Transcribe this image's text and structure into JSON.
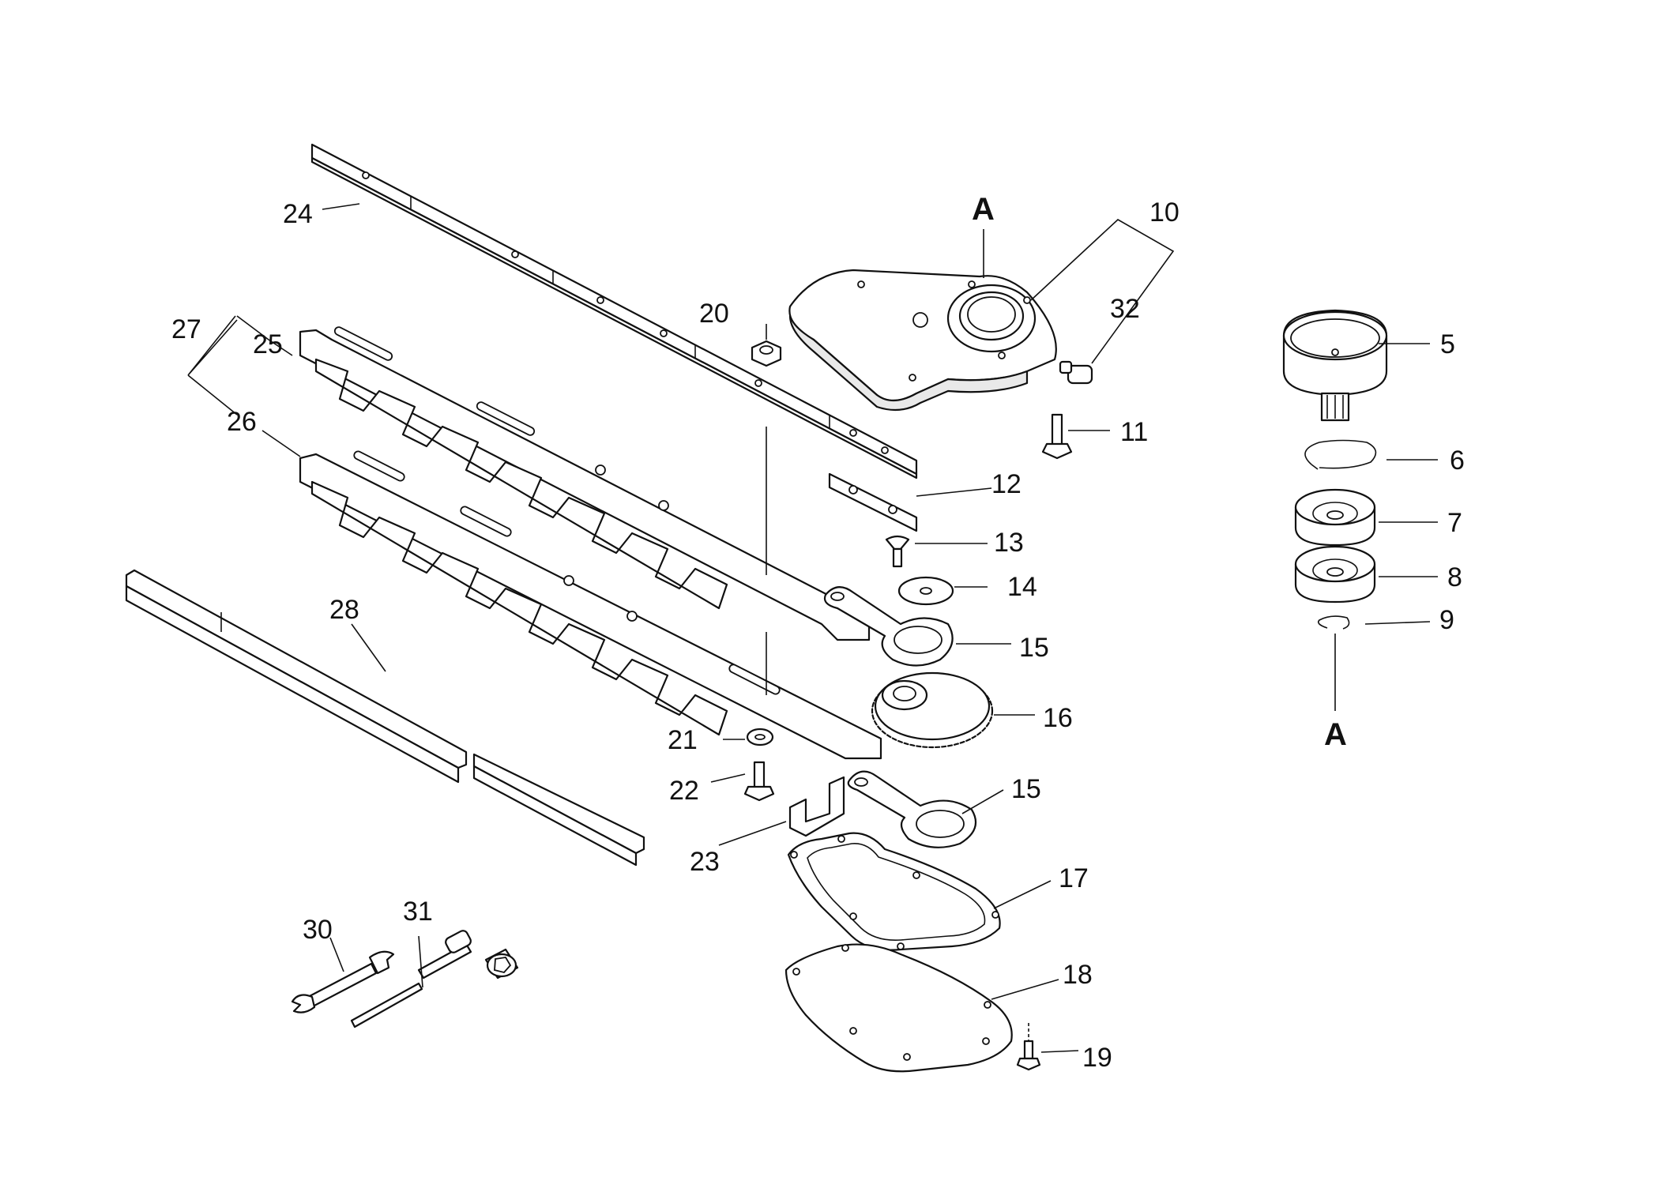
{
  "callouts": {
    "c5": "5",
    "c6": "6",
    "c7": "7",
    "c8": "8",
    "c9": "9",
    "c10": "10",
    "c11": "11",
    "c12": "12",
    "c13": "13",
    "c14": "14",
    "c15a": "15",
    "c15b": "15",
    "c16": "16",
    "c17": "17",
    "c18": "18",
    "c19": "19",
    "c20": "20",
    "c21": "21",
    "c22": "22",
    "c23": "23",
    "c24": "24",
    "c25": "25",
    "c26": "26",
    "c27": "27",
    "c28": "28",
    "c30": "30",
    "c31": "31",
    "c32": "32"
  },
  "view_labels": {
    "top": "A",
    "bottom": "A"
  }
}
